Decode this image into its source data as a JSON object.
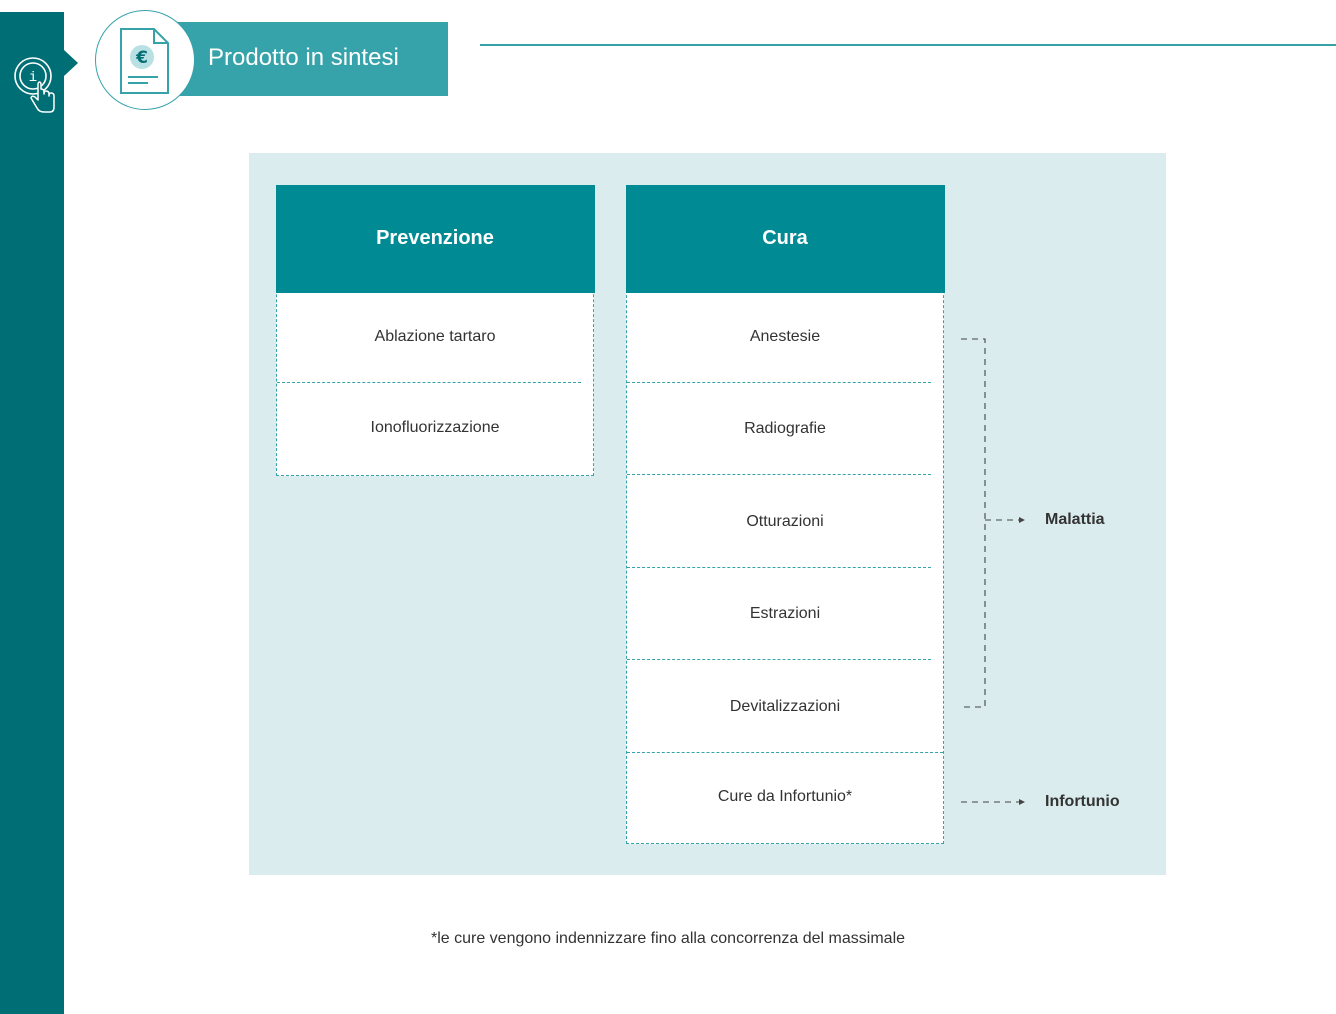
{
  "header": {
    "title": "Prodotto in sintesi"
  },
  "icons": {
    "info": "touch-info-icon",
    "document": "euro-document-icon"
  },
  "colors": {
    "sidebar": "#006e75",
    "header_bar": "#36a3ab",
    "column_header": "#008a94",
    "panel": "#daeced",
    "dashed_border": "#36a3ab"
  },
  "diagram": {
    "prevenzione": {
      "title": "Prevenzione",
      "items": [
        "Ablazione tartaro",
        "Ionofluorizzazione"
      ]
    },
    "cura": {
      "title": "Cura",
      "items": [
        "Anestesie",
        "Radiografie",
        "Otturazioni",
        "Estrazioni",
        "Devitalizzazioni",
        "Cure da Infortunio*"
      ]
    },
    "outcomes": {
      "malattia": "Malattia",
      "infortunio": "Infortunio"
    }
  },
  "footnote": "*le cure vengono indennizzare fino alla concorrenza del massimale"
}
